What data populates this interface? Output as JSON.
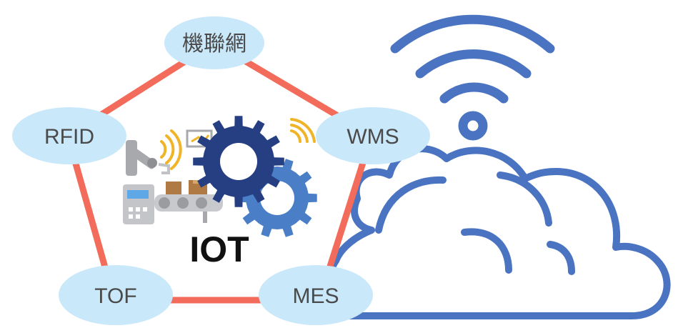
{
  "diagram": {
    "center_label": "IOT",
    "nodes": [
      {
        "id": "m2m",
        "label": "機聯網"
      },
      {
        "id": "wms",
        "label": "WMS"
      },
      {
        "id": "mes",
        "label": "MES"
      },
      {
        "id": "tof",
        "label": "TOF"
      },
      {
        "id": "rfid",
        "label": "RFID"
      }
    ],
    "colors": {
      "pentagon_stroke": "#f26b5b",
      "node_fill": "#c9e8fa",
      "cloud_stroke": "#4a74c1",
      "gear_dark": "#263f82",
      "gear_light": "#4a7ec6",
      "signal": "#f0b429",
      "machine_gray": "#a7a9ad",
      "box": "#b07a45"
    },
    "icons": [
      "cloud-icon",
      "wifi-icon",
      "gear-icon",
      "factory-robot-icon",
      "conveyor-icon",
      "signal-icon",
      "monitor-icon"
    ]
  }
}
